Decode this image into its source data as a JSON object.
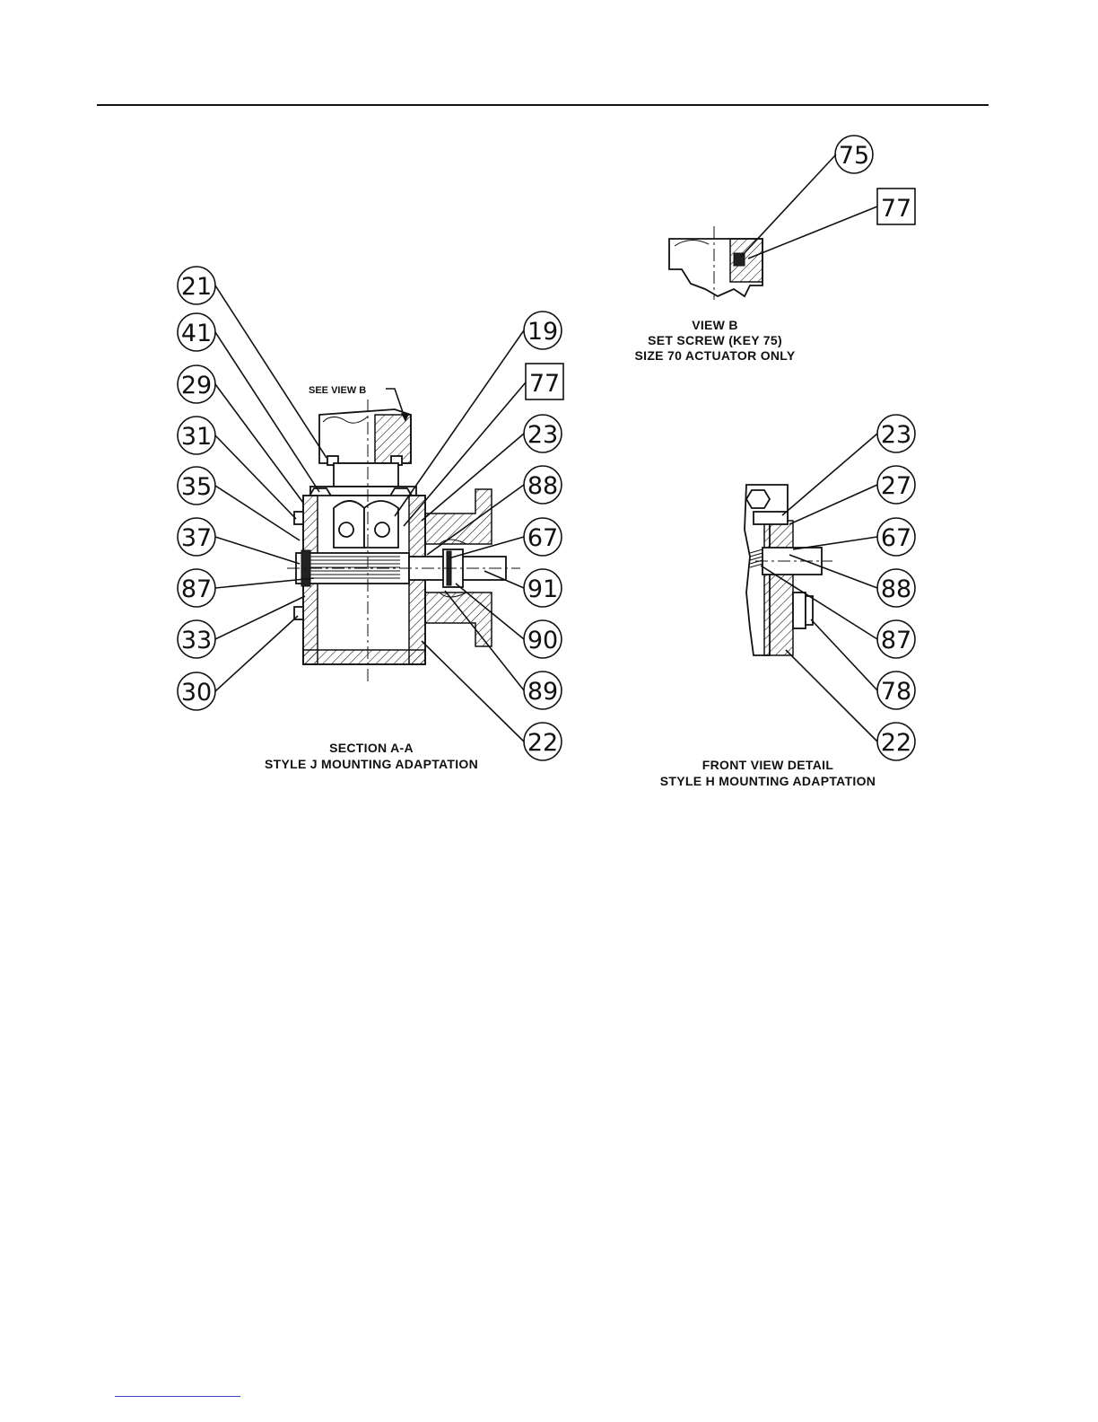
{
  "section_aa": {
    "caption_line1": "SECTION A-A",
    "caption_line2": "STYLE J MOUNTING ADAPTATION",
    "see_view_b": "SEE VIEW B",
    "callouts_left": [
      "21",
      "41",
      "29",
      "31",
      "35",
      "37",
      "87",
      "33",
      "30"
    ],
    "callouts_right": [
      "19",
      "77",
      "23",
      "88",
      "67",
      "91",
      "90",
      "89",
      "22"
    ],
    "boxed_keys": [
      "77"
    ]
  },
  "view_b": {
    "caption_line1": "VIEW B",
    "caption_line2": "SET SCREW (KEY 75)",
    "caption_line3": "SIZE 70 ACTUATOR ONLY",
    "callouts": [
      "75",
      "77"
    ],
    "boxed_keys": [
      "77"
    ]
  },
  "front_view": {
    "caption_line1": "FRONT VIEW DETAIL",
    "caption_line2": "STYLE H MOUNTING ADAPTATION",
    "callouts": [
      "23",
      "27",
      "67",
      "88",
      "87",
      "78",
      "22"
    ]
  }
}
